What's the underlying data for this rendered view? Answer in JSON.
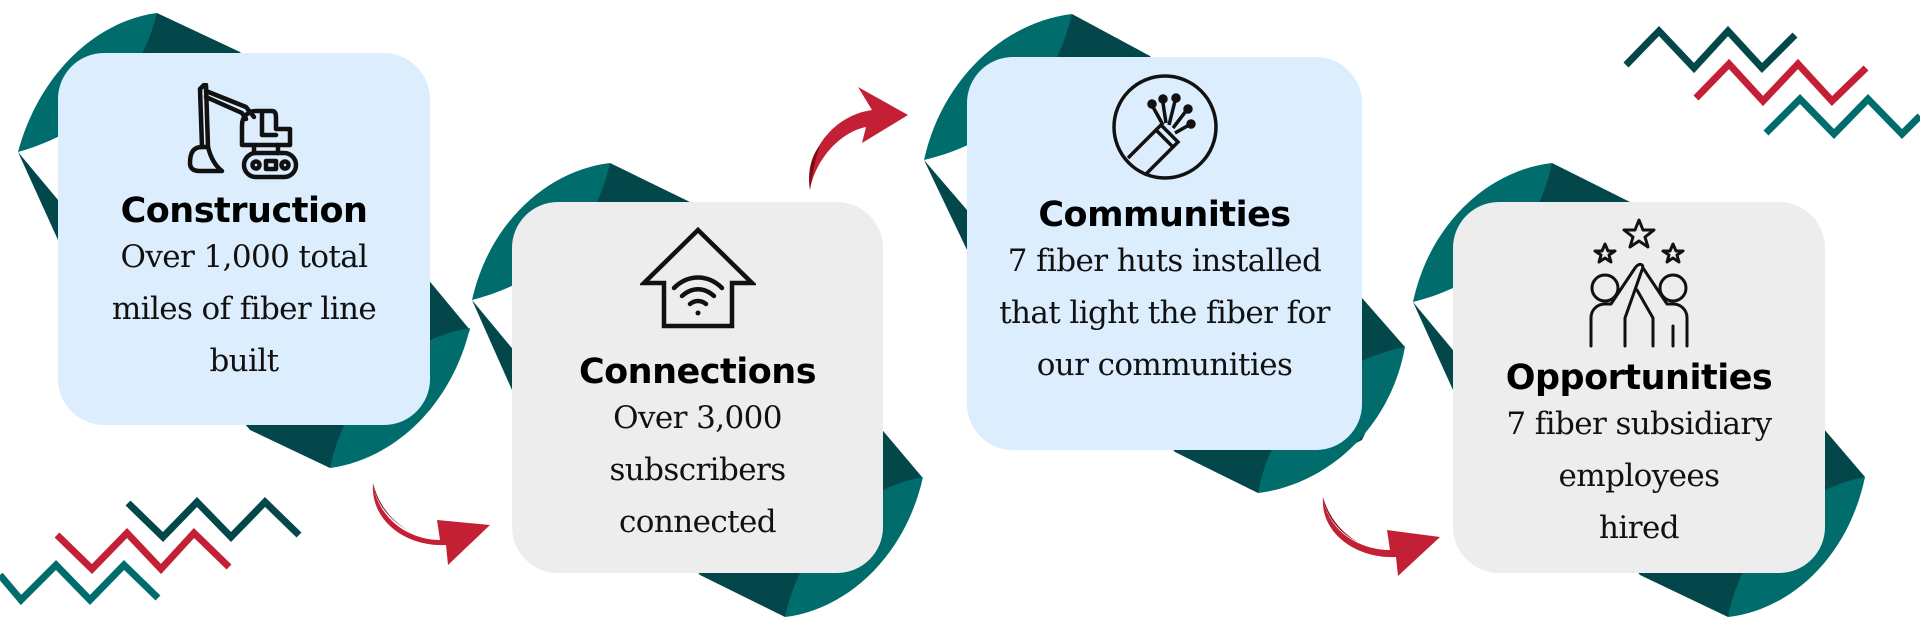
{
  "colors": {
    "teal_light": "#016c6c",
    "teal_dark": "#03474b",
    "red": "#c32035",
    "red_dark": "#7e0a16",
    "card_blue": "#dceefe",
    "card_gray": "#ededed",
    "text": "#111111"
  },
  "steps": [
    {
      "title": "Construction",
      "description": "Over 1,000 total\nmiles of fiber line\nbuilt",
      "icon": "excavator-icon"
    },
    {
      "title": "Connections",
      "description": "Over 3,000\nsubscribers\nconnected",
      "icon": "house-wifi-icon"
    },
    {
      "title": "Communities",
      "description": "7 fiber huts installed\nthat light the fiber for\nour communities",
      "icon": "fiber-optic-cable-icon"
    },
    {
      "title": "Opportunities",
      "description": "7 fiber subsidiary\nemployees\nhired",
      "icon": "high-five-stars-icon"
    }
  ],
  "connectors": [
    "curved-arrow-down-right",
    "curved-arrow-up-right",
    "curved-arrow-down-right"
  ],
  "decorations": [
    "zigzag-lines-bottom-left",
    "zigzag-lines-top-right"
  ]
}
